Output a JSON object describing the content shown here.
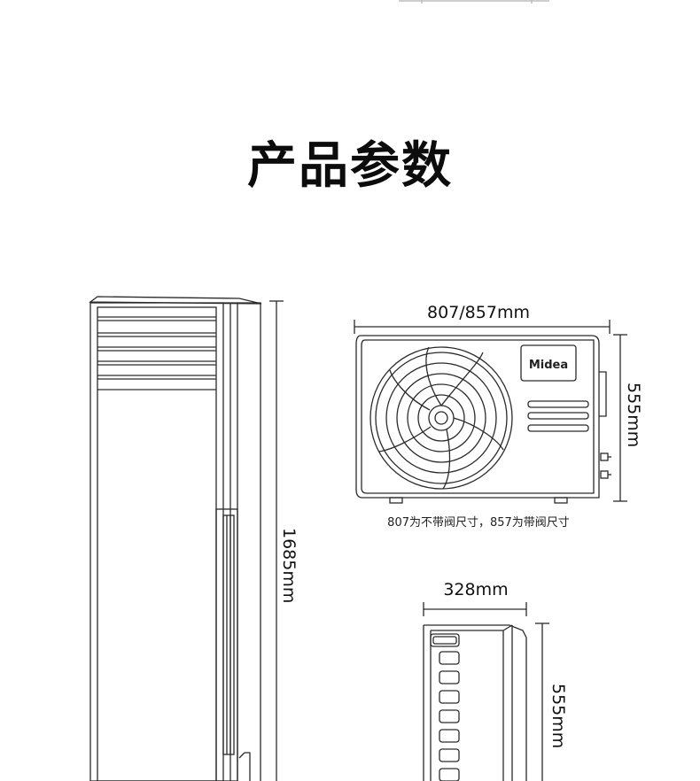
{
  "page": {
    "title": "产品参数"
  },
  "indoor_unit": {
    "height_label": "1685mm"
  },
  "outdoor_unit_front": {
    "width_label": "807/857mm",
    "height_label": "555mm",
    "brand": "Midea",
    "note": "807为不带阀尺寸，857为带阀尺寸"
  },
  "outdoor_unit_side": {
    "depth_label": "328mm",
    "height_label": "555mm"
  },
  "colors": {
    "line": "#2a2a2a",
    "text": "#111111",
    "background": "#ffffff"
  }
}
